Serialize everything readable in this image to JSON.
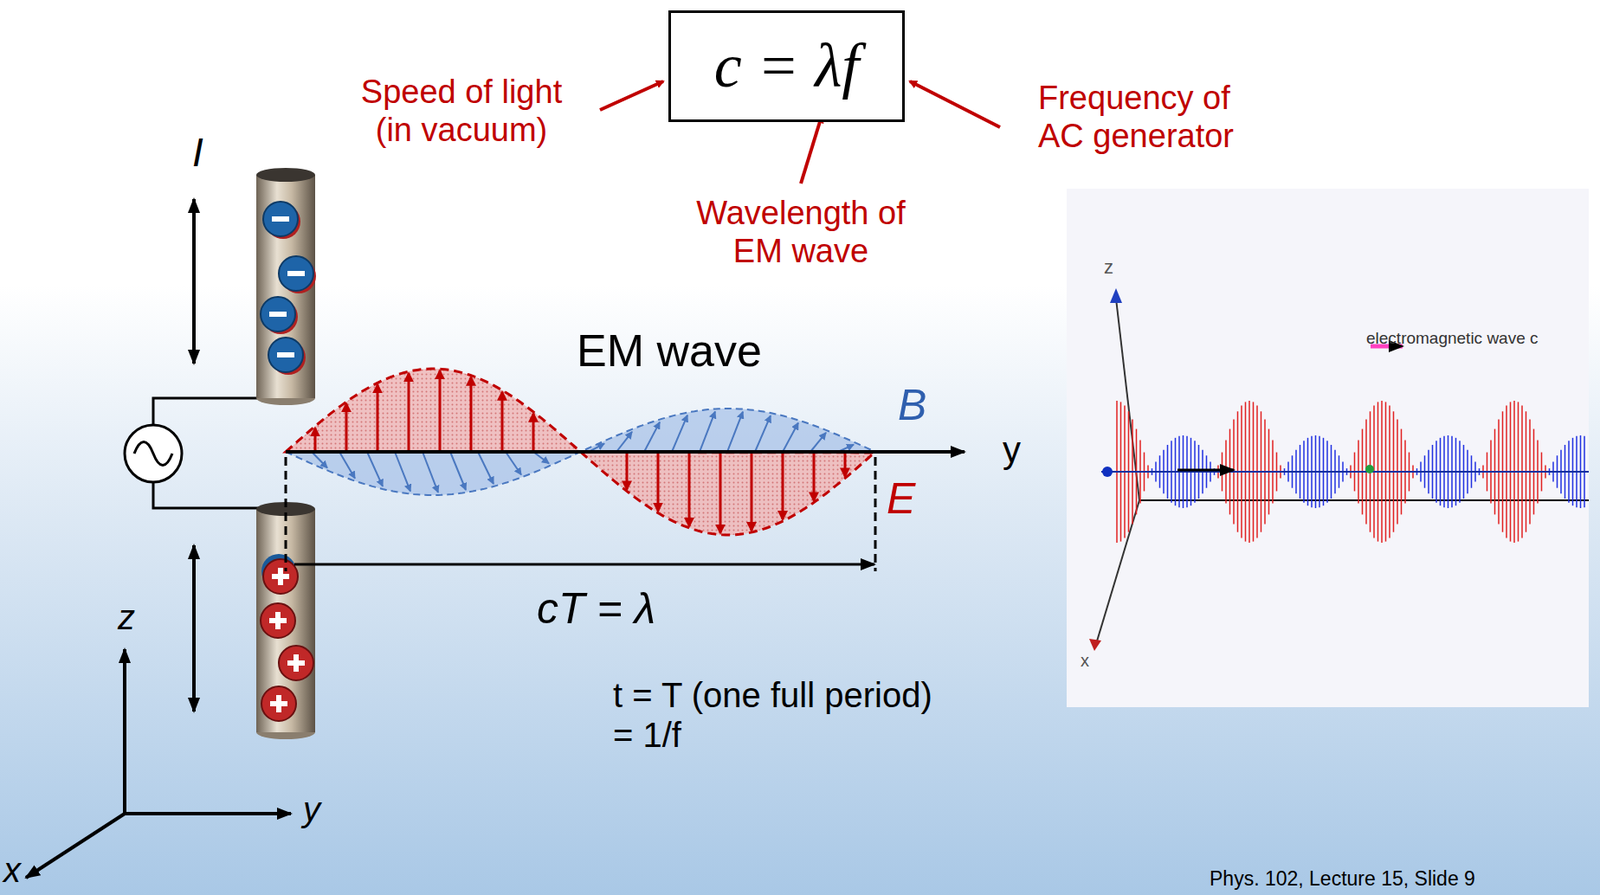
{
  "diagram": {
    "nodes": [
      {
        "text": [
          "c = λf"
        ]
      }
    ],
    "labels": [
      "Speed of light (in vacuum)",
      "Frequency of AC generator",
      "Wavelength of EM wave",
      "I",
      "EM wave",
      "B",
      "E",
      "y",
      "cT = λ",
      "t = T (one full period) = 1/f",
      "z",
      "y",
      "x",
      "Phys. 102, Lecture 15, Slide 9",
      "z",
      "x",
      "electromagnetic wave c"
    ]
  }
}
